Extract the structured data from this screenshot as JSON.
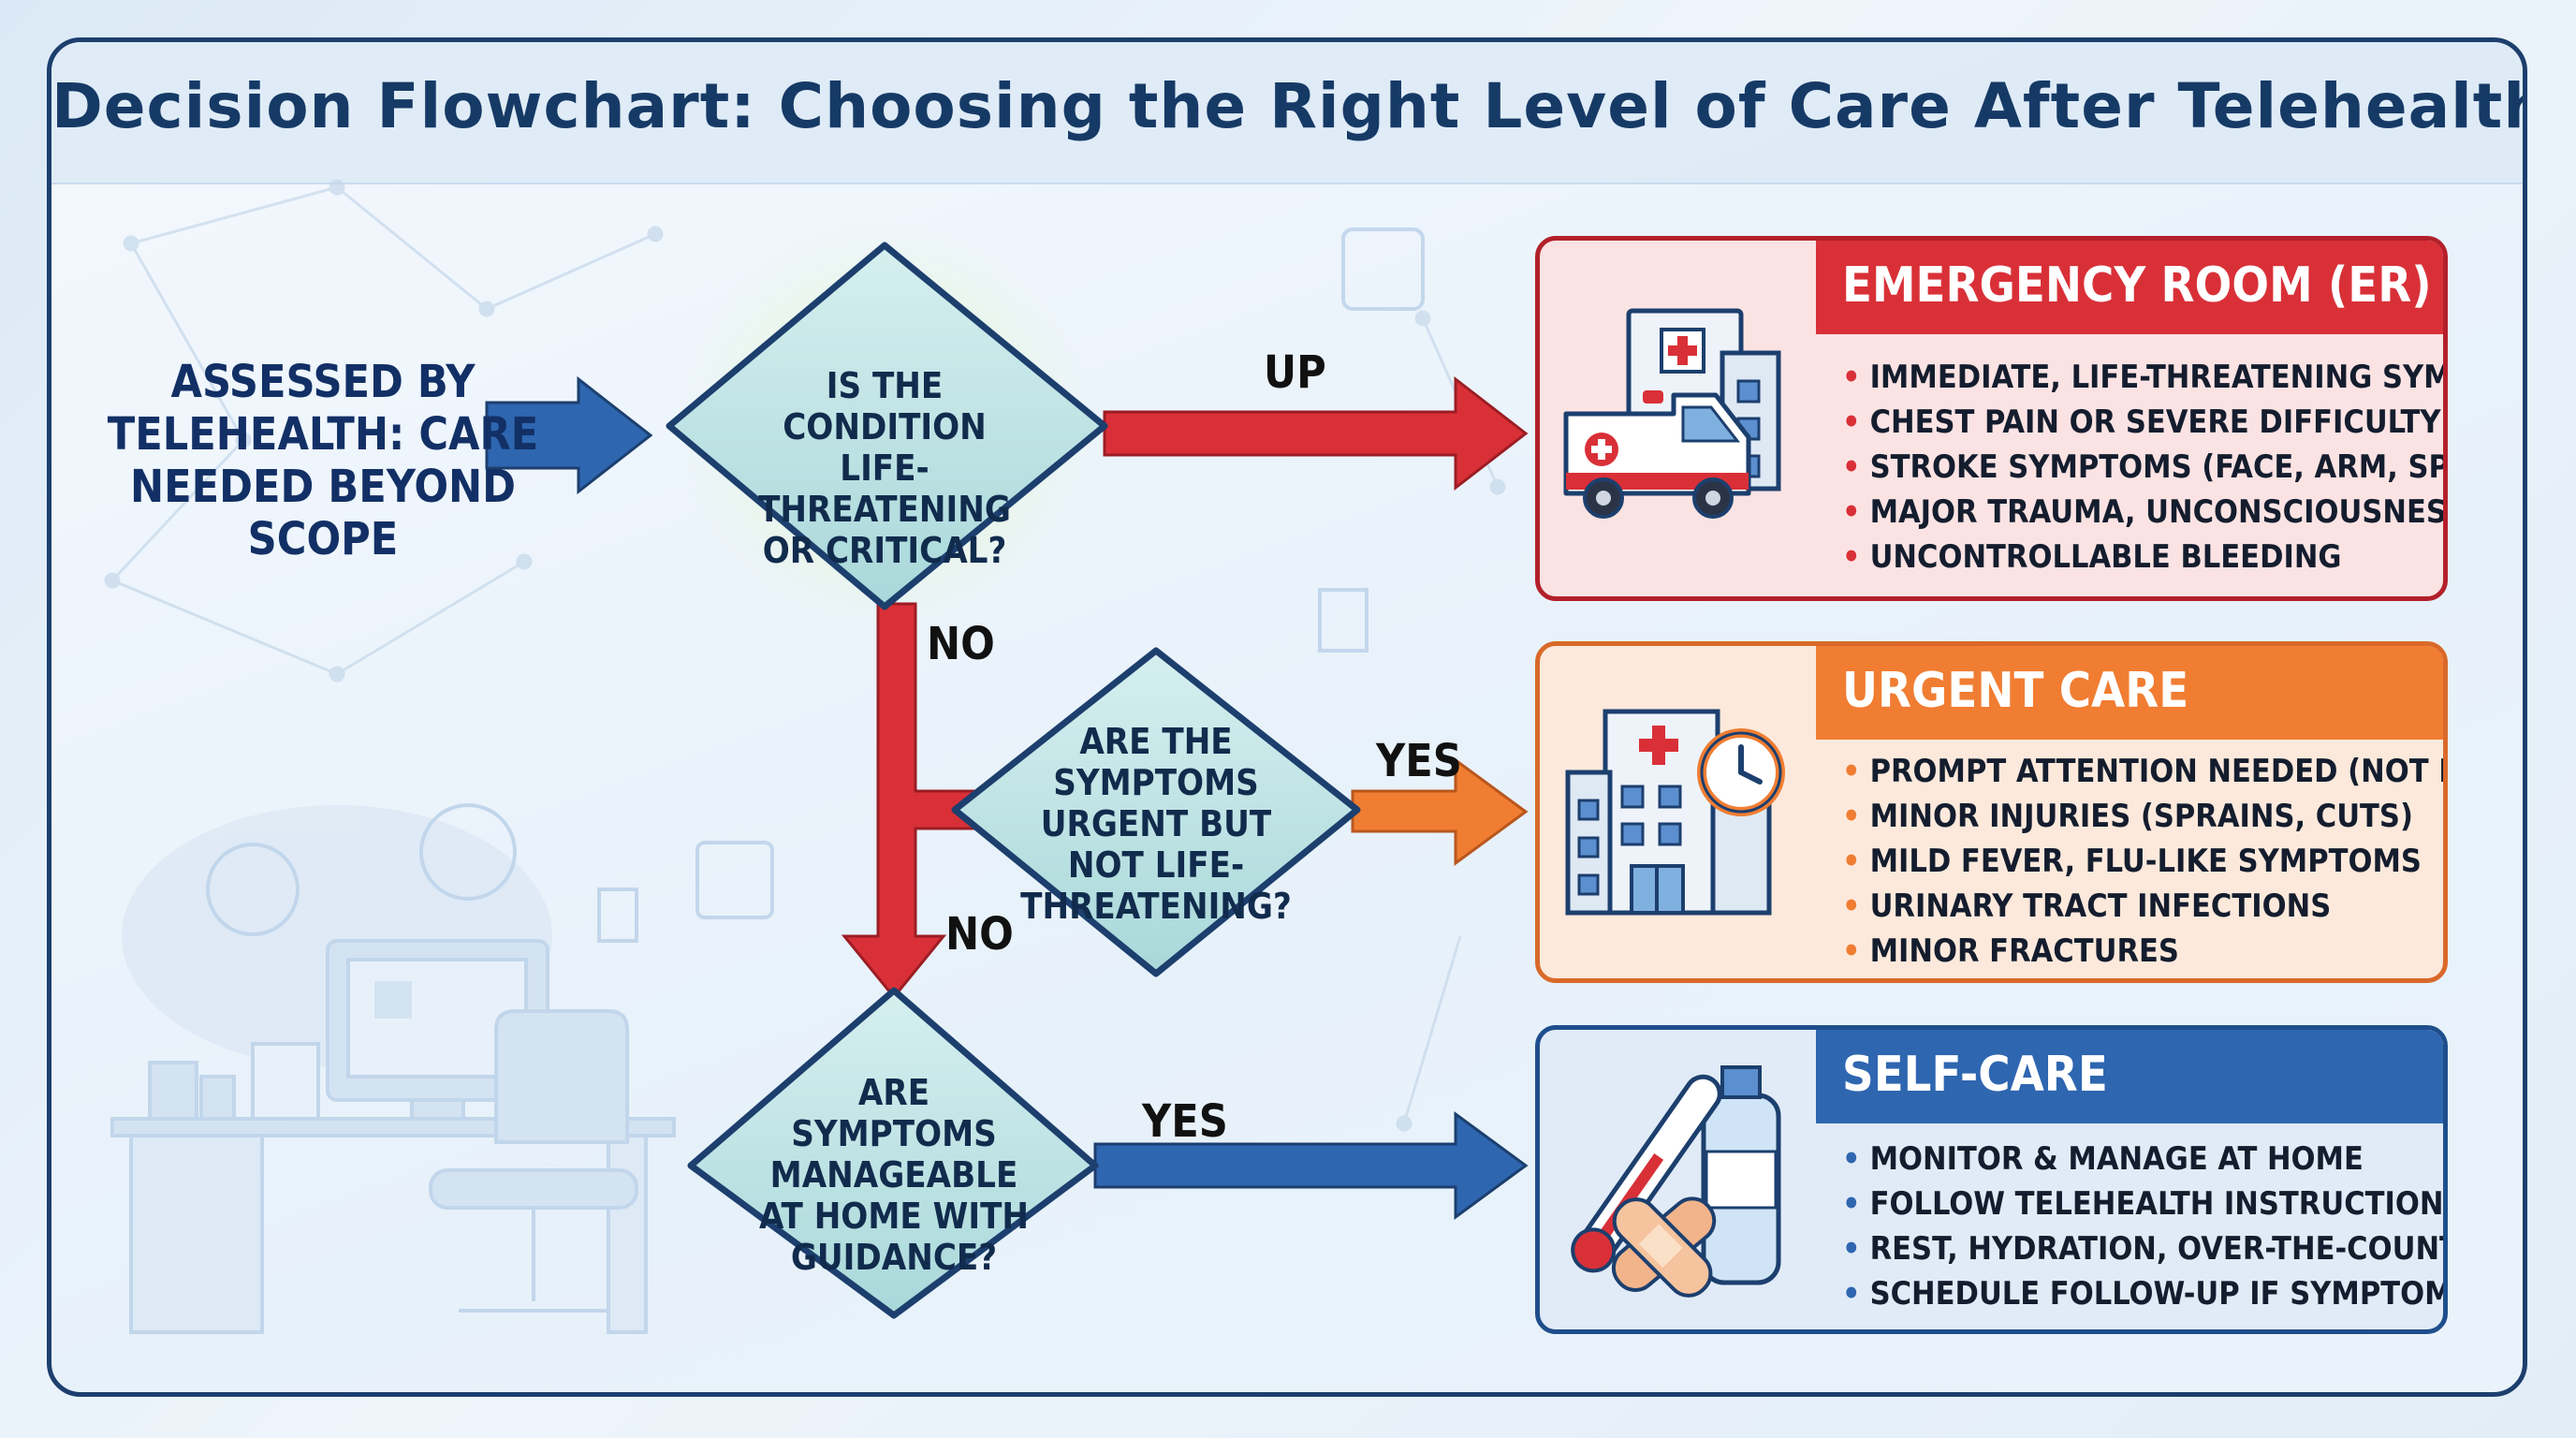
{
  "title": "Decision Flowchart: Choosing the Right Level of Care After Telehealth Assessment",
  "start": {
    "text": "Assessed by Telehealth: Care Needed Beyond Scope"
  },
  "questions": [
    {
      "text": "Is the condition life-threatening or critical?",
      "yes_label": "UP",
      "no_label": "NO"
    },
    {
      "text": "Are the symptoms urgent but not life-threatening?",
      "yes_label": "YES",
      "no_label": "NO"
    },
    {
      "text": "Are symptoms manageable at home with guidance?",
      "yes_label": "YES"
    }
  ],
  "outcomes": {
    "er": {
      "title": "Emergency Room (ER)",
      "color": "#d93038",
      "icon": "ambulance-hospital-icon",
      "items": [
        "Immediate, life-threatening symptoms",
        "Chest pain or severe difficulty breathing",
        "Stroke symptoms (face, arm, speech)",
        "Major trauma, unconsciousness",
        "Uncontrollable bleeding"
      ]
    },
    "urgent": {
      "title": "Urgent Care",
      "color": "#f07d32",
      "icon": "clinic-clock-icon",
      "items": [
        "Prompt attention needed (not emergency)",
        "Minor injuries (sprains, cuts)",
        "Mild fever, flu-like symptoms",
        "Urinary tract infections",
        "Minor fractures"
      ]
    },
    "selfcare": {
      "title": "Self-Care",
      "color": "#2e66b0",
      "icon": "thermometer-bandage-water-icon",
      "items": [
        "Monitor & manage at home",
        "Follow telehealth instructions",
        "Rest, hydration, over-the-counter meds",
        "Schedule follow-up if symptoms persist"
      ]
    }
  },
  "colors": {
    "navy": "#1c3f6e",
    "red": "#d93038",
    "orange": "#f07d32",
    "blue": "#2e66b0",
    "diamond": "#bfe3e4"
  }
}
